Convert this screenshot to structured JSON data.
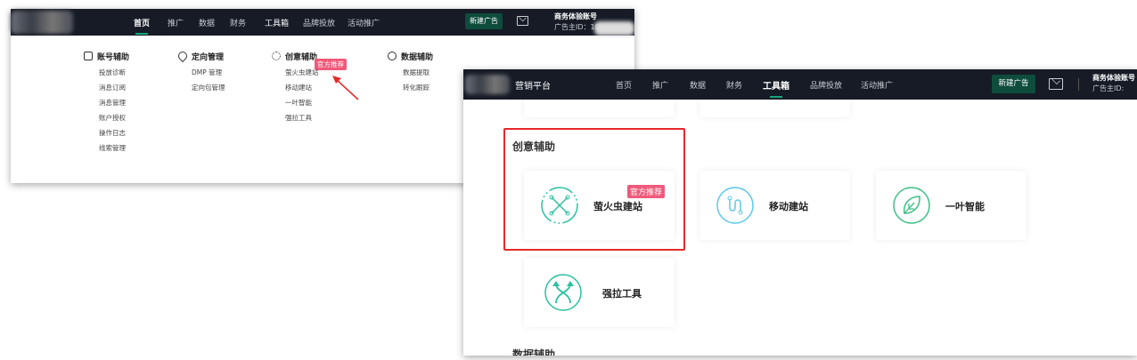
{
  "nav": {
    "items": [
      "首页",
      "推广",
      "数据",
      "财务",
      "工具箱",
      "品牌投放",
      "活动推广"
    ],
    "new_ad": "新建广告",
    "account_name": "商务体验账号",
    "advertiser_id_label": "广告主ID：10",
    "advertiser_id_label2": "广告主ID:"
  },
  "panel1": {
    "active_nav": "首页",
    "columns": [
      {
        "title": "账号辅助",
        "icon": "document-icon",
        "items": [
          "投放诊断",
          "消息订阅",
          "消息管理",
          "账户授权",
          "操作日志",
          "线索管理"
        ]
      },
      {
        "title": "定向管理",
        "icon": "location-pin-icon",
        "items": [
          "DMP 管理",
          "定向包管理"
        ]
      },
      {
        "title": "创意辅助",
        "icon": "lightbulb-icon",
        "items": [
          "萤火虫建站",
          "移动建站",
          "一叶智能",
          "强拉工具"
        ]
      },
      {
        "title": "数据辅助",
        "icon": "pie-chart-icon",
        "items": [
          "数据提取",
          "转化跟踪"
        ]
      }
    ],
    "badge": "官方推荐"
  },
  "panel2": {
    "brand": "营销平台",
    "active_nav": "工具箱",
    "section_title": "创意辅助",
    "next_section": "数据辅助",
    "badge": "官方推荐",
    "cards": [
      {
        "title": "萤火虫建站",
        "icon": "firefly-icon",
        "color": "#2bc0a0"
      },
      {
        "title": "移动建站",
        "icon": "mobile-site-icon",
        "color": "#5cc8e8"
      },
      {
        "title": "一叶智能",
        "icon": "leaf-icon",
        "color": "#3cbf84"
      },
      {
        "title": "强拉工具",
        "icon": "split-arrows-icon",
        "color": "#2bc0a0"
      }
    ]
  },
  "colors": {
    "nav_bg": "#161b26",
    "accent": "#1aa37a",
    "badge": "#f0597a",
    "highlight": "#e52a2a"
  }
}
